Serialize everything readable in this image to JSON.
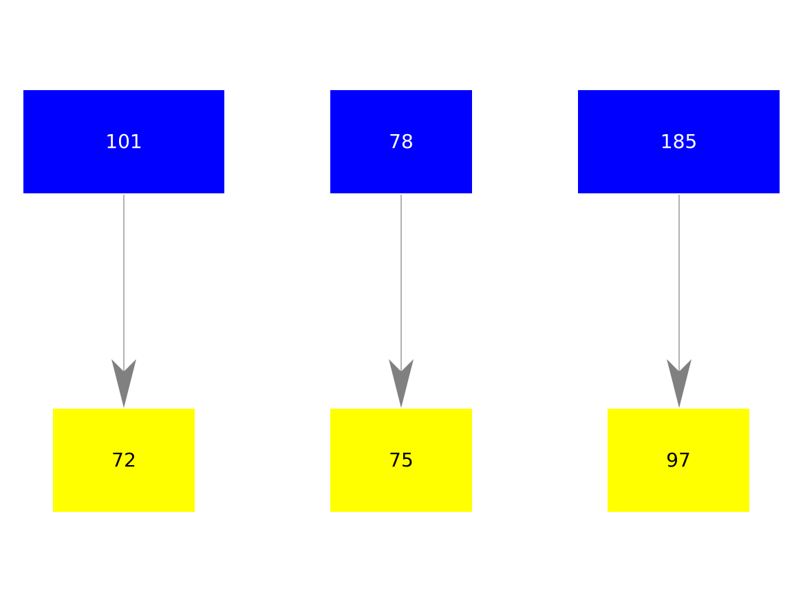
{
  "colors": {
    "top_fill": "#0000ff",
    "top_text": "#ffffff",
    "bottom_fill": "#ffff00",
    "bottom_text": "#000000",
    "edge": "#808080"
  },
  "nodes": {
    "top": [
      {
        "label": "101"
      },
      {
        "label": "78"
      },
      {
        "label": "185"
      }
    ],
    "bottom": [
      {
        "label": "72"
      },
      {
        "label": "75"
      },
      {
        "label": "97"
      }
    ]
  },
  "edges": [
    {
      "from": "101",
      "to": "72"
    },
    {
      "from": "78",
      "to": "75"
    },
    {
      "from": "185",
      "to": "97"
    }
  ]
}
